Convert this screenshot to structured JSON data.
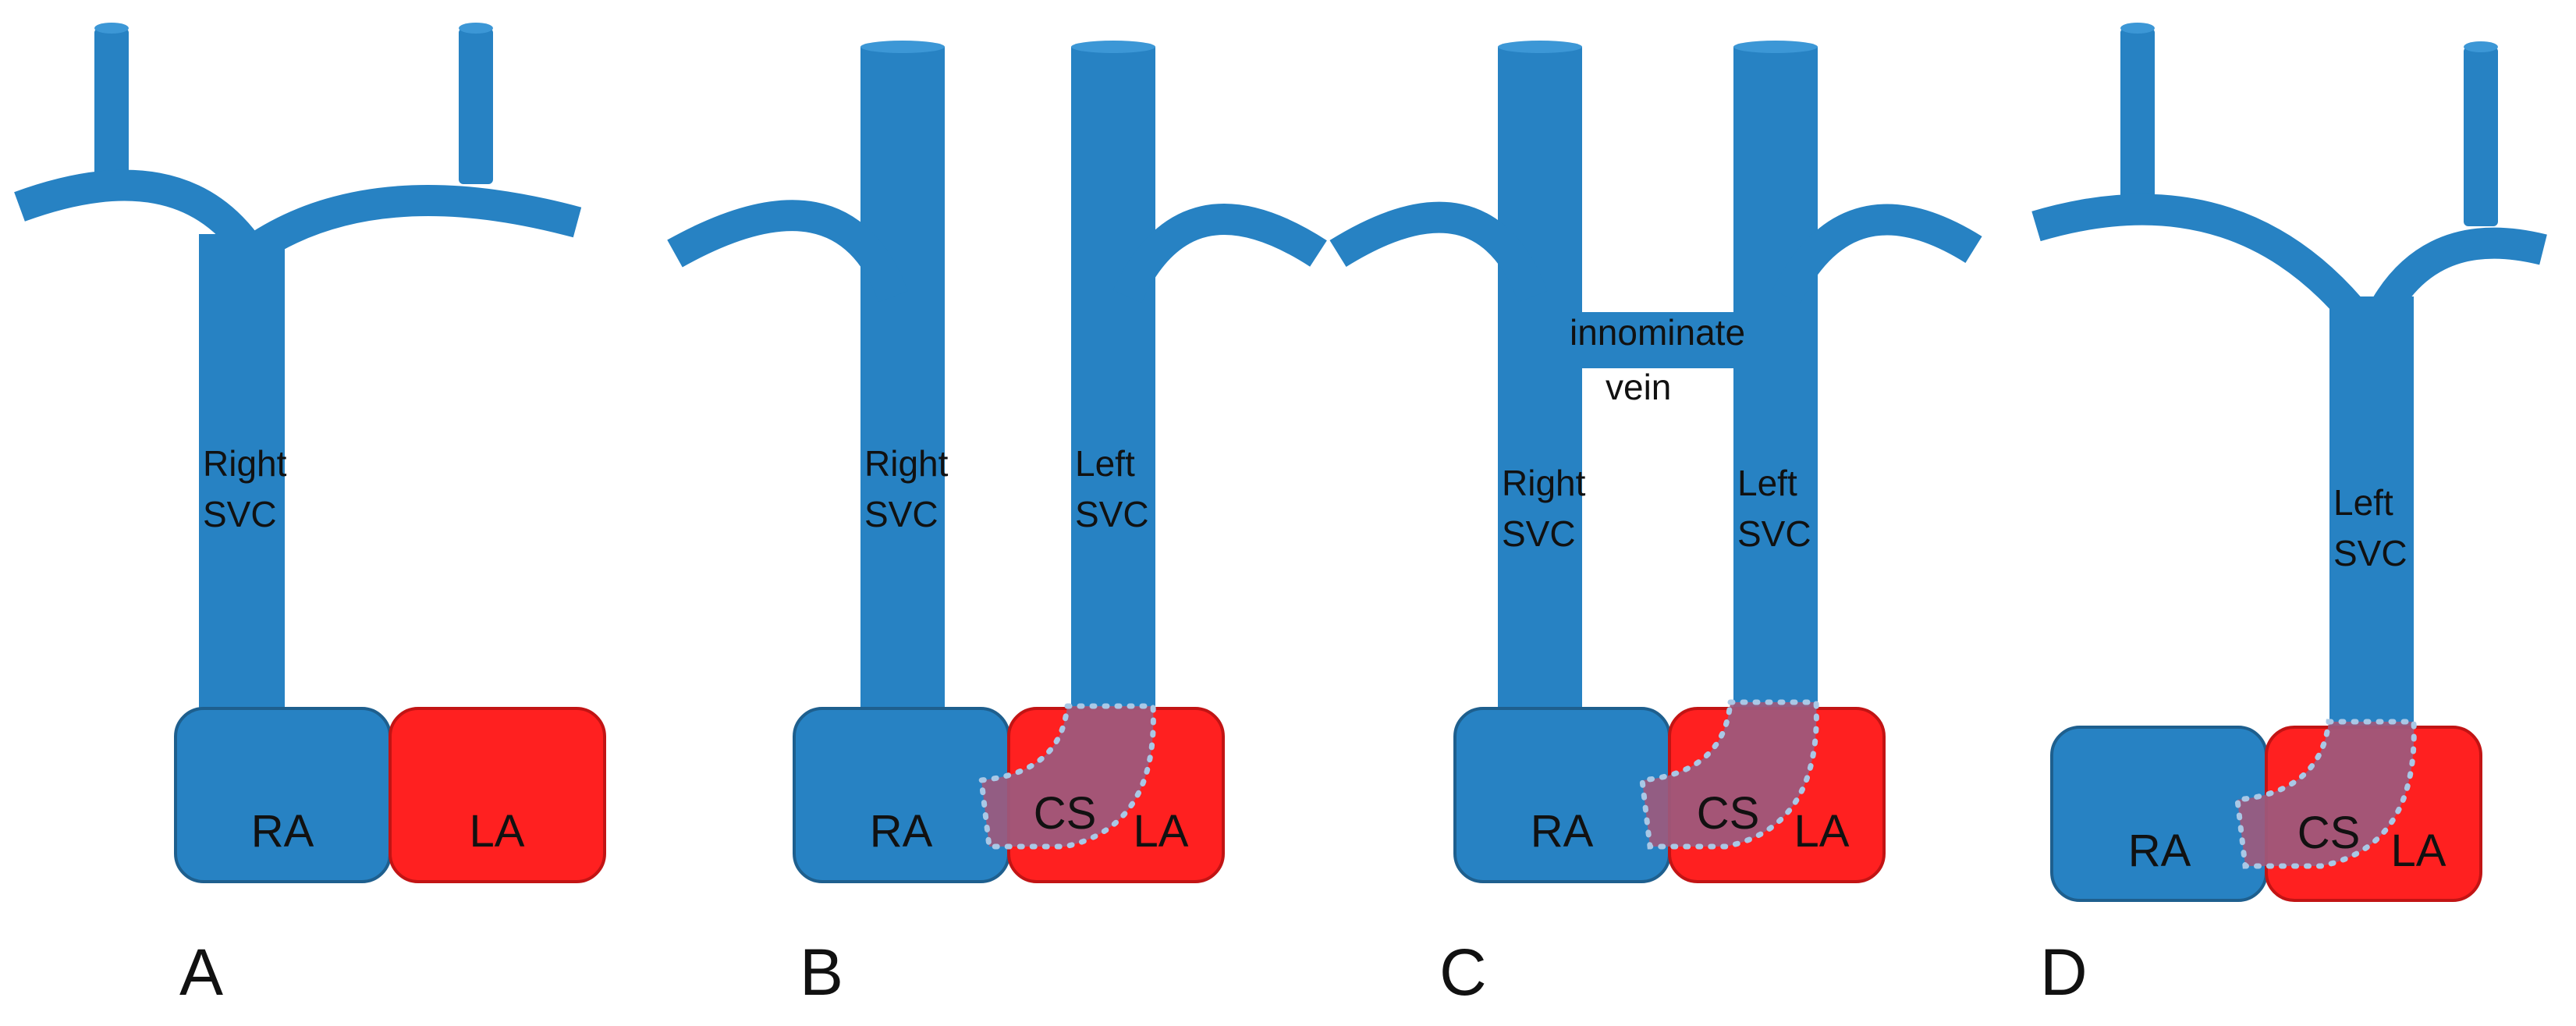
{
  "colors": {
    "vein": "#2782C3",
    "vein_outline": "#1E5F8E",
    "left_atrium": "#FF2020",
    "left_atrium_outline": "#C21414",
    "coronary_sinus": "#9C5A7E",
    "sinus_outline": "#A9C8E6",
    "text": "#111111"
  },
  "panels": [
    {
      "letter": "A",
      "right_svc": [
        "Right",
        "SVC"
      ],
      "ra": "RA",
      "la": "LA"
    },
    {
      "letter": "B",
      "right_svc": [
        "Right",
        "SVC"
      ],
      "left_svc": [
        "Left",
        "SVC"
      ],
      "ra": "RA",
      "cs": "CS",
      "la": "LA"
    },
    {
      "letter": "C",
      "innominate": [
        "innominate",
        "vein"
      ],
      "right_svc": [
        "Right",
        "SVC"
      ],
      "left_svc": [
        "Left",
        "SVC"
      ],
      "ra": "RA",
      "cs": "CS",
      "la": "LA"
    },
    {
      "letter": "D",
      "left_svc": [
        "Left",
        "SVC"
      ],
      "ra": "RA",
      "cs": "CS",
      "la": "LA"
    }
  ]
}
